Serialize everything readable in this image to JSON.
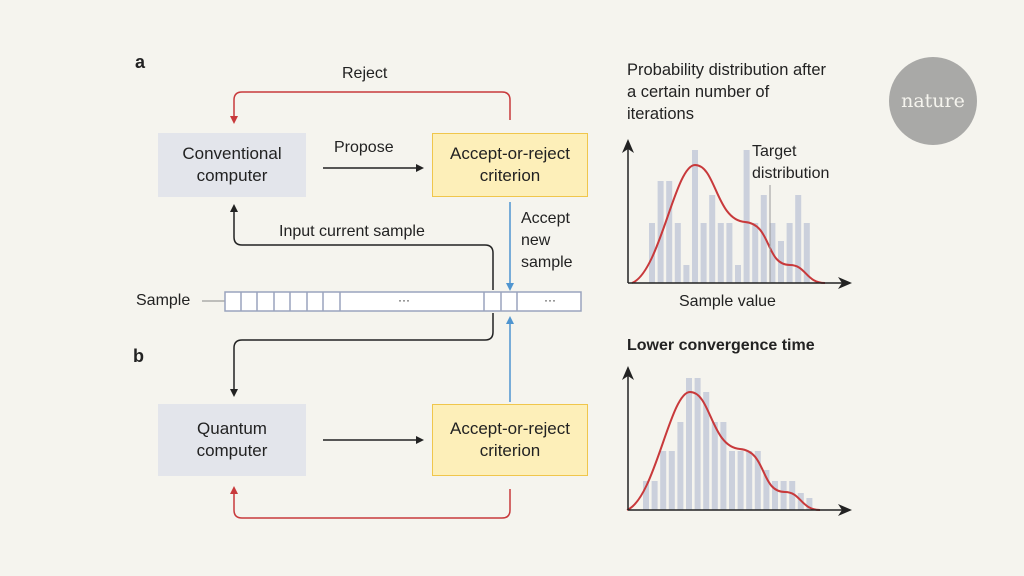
{
  "logo": "nature",
  "panel_a": {
    "label": "a",
    "reject": "Reject",
    "propose": "Propose",
    "conventional": "Conventional computer",
    "criterion": "Accept-or-reject criterion",
    "input_current": "Input current sample",
    "accept_new": "Accept new sample"
  },
  "sample": {
    "label": "Sample",
    "ellipsis1": "···",
    "ellipsis2": "···"
  },
  "panel_b": {
    "label": "b",
    "quantum": "Quantum computer",
    "criterion": "Accept-or-reject criterion"
  },
  "colors": {
    "reject": "#c8393b",
    "accept": "#4f95d0",
    "bar": "#cbd0dc",
    "curve": "#c8393b"
  },
  "chart_data": [
    {
      "type": "bar",
      "title": "Probability distribution after a certain number of iterations",
      "xlabel": "Sample value",
      "ylabel": "",
      "annotation": "Target distribution",
      "values": [
        60,
        102,
        102,
        60,
        18,
        133,
        60,
        88,
        60,
        60,
        18,
        133,
        60,
        88,
        60,
        42,
        60,
        88,
        60
      ]
    },
    {
      "type": "bar",
      "title": "Lower convergence time",
      "xlabel": "",
      "ylabel": "",
      "values": [
        29,
        29,
        59,
        59,
        88,
        132,
        132,
        118,
        88,
        88,
        59,
        59,
        59,
        59,
        40,
        29,
        29,
        29,
        17,
        12
      ]
    }
  ]
}
